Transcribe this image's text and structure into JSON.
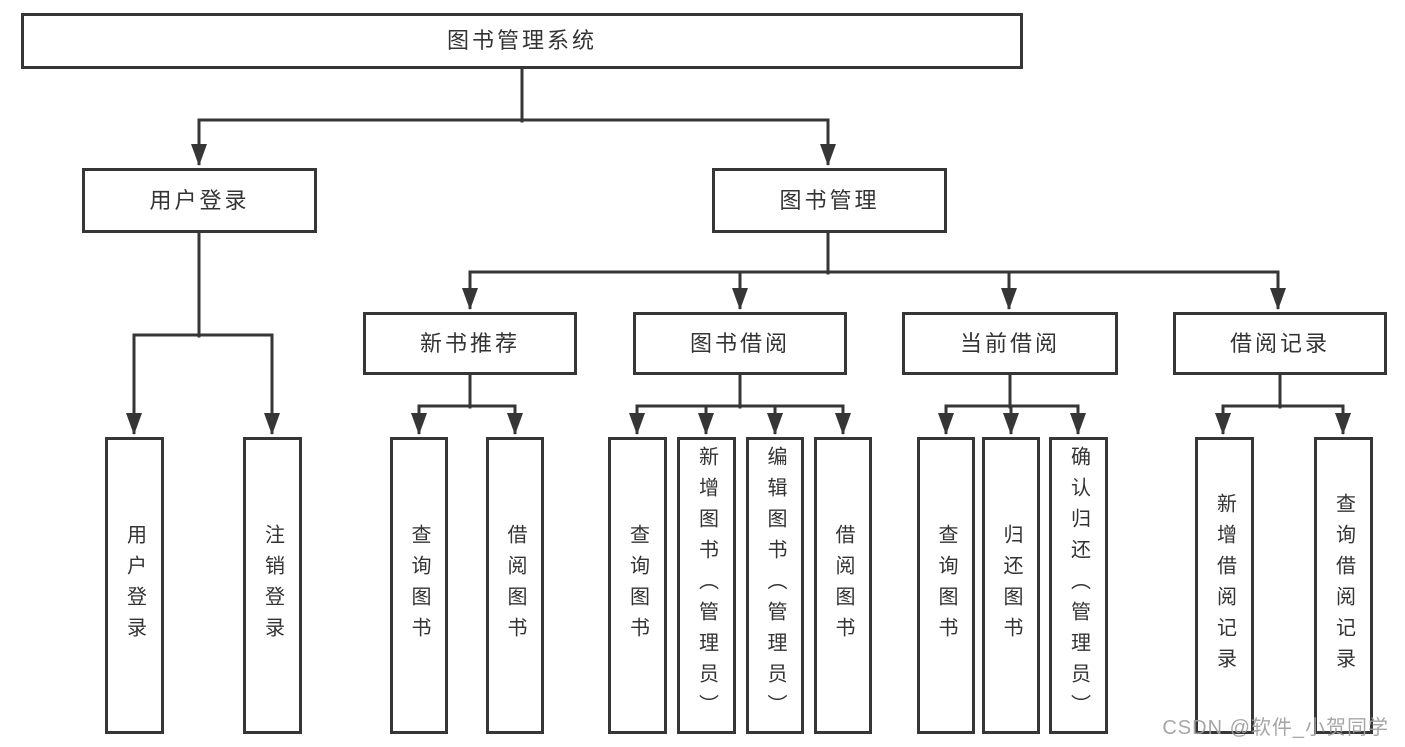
{
  "diagram_title": "图书管理系统",
  "nodes": {
    "root": "图书管理系统",
    "user_login": "用户登录",
    "book_management": "图书管理",
    "new_book_recommend": "新书推荐",
    "book_borrow": "图书借阅",
    "current_borrow": "当前借阅",
    "borrow_records": "借阅记录",
    "leaf_user_login": "用户登录",
    "leaf_logout": "注销登录",
    "rec_query_books": "查询图书",
    "rec_borrow_books": "借阅图书",
    "bb_query_books": "查询图书",
    "bb_add_books": "新增图书（管理员）",
    "bb_edit_books": "编辑图书（管理员）",
    "bb_borrow_books": "借阅图书",
    "cb_query_books": "查询图书",
    "cb_return_books": "归还图书",
    "cb_confirm_return": "确认归还（管理员）",
    "br_add_record": "新增借阅记录",
    "br_query_record": "查询借阅记录"
  },
  "structure": {
    "图书管理系统": {
      "用户登录": [
        "用户登录",
        "注销登录"
      ],
      "图书管理": {
        "新书推荐": [
          "查询图书",
          "借阅图书"
        ],
        "图书借阅": [
          "查询图书",
          "新增图书（管理员）",
          "编辑图书（管理员）",
          "借阅图书"
        ],
        "当前借阅": [
          "查询图书",
          "归还图书",
          "确认归还（管理员）"
        ],
        "借阅记录": [
          "新增借阅记录",
          "查询借阅记录"
        ]
      }
    }
  },
  "watermark": {
    "text": "CSDN @软件_小贺同学"
  },
  "colors": {
    "line": "#363636",
    "text": "#333333",
    "background": "#ffffff",
    "watermark": "#9e9e9e"
  }
}
